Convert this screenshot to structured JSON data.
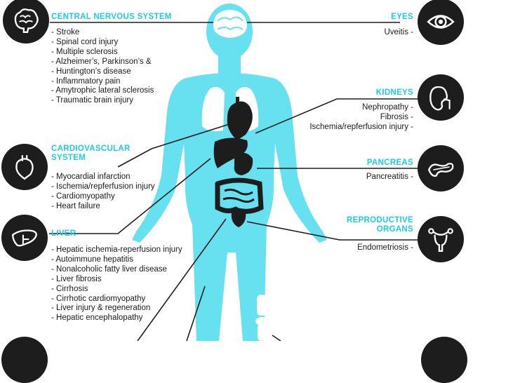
{
  "colors": {
    "accent": "#1ecbe1",
    "body": "#67e0f0",
    "organ": "#1d1d1d",
    "lung": "#ffffff"
  },
  "sections": {
    "cns": {
      "title": "CENTRAL NERVOUS SYSTEM",
      "icon": "brain-icon",
      "items": [
        "Stroke",
        "Spinal cord injury",
        "Multiple sclerosis",
        "Alzheimer’s, Parkinson’s &",
        "Huntington’s disease",
        "Inflammatory pain",
        "Amytrophic lateral sclerosis",
        "Traumatic brain injury"
      ]
    },
    "cardio": {
      "title_line1": "CARDIOVASCULAR",
      "title_line2": "SYSTEM",
      "icon": "heart-icon",
      "items": [
        "Myocardial infarction",
        "Ischemia/repferfusion injury",
        "Cardiomyopathy",
        "Heart failure"
      ]
    },
    "liver": {
      "title": "LIVER",
      "icon": "liver-icon",
      "items": [
        "Hepatic ischemia-reperfusion injury",
        "Autoimmune hepatitis",
        "Nonalcoholic fatty liver disease",
        "Liver fibrosis",
        "Cirrhosis",
        "Cirrhotic cardiomyopathy",
        "Liver injury & regeneration",
        "Hepatic encephalopathy"
      ]
    },
    "eyes": {
      "title": "EYES",
      "icon": "eye-icon",
      "items": [
        "Uveitis -"
      ]
    },
    "kidneys": {
      "title": "KIDNEYS",
      "icon": "kidney-icon",
      "items": [
        "Nephropathy -",
        "Fibrosis -",
        "Ischemia/repferfusion injury -"
      ]
    },
    "pancreas": {
      "title": "PANCREAS",
      "icon": "pancreas-icon",
      "items": [
        "Pancreatitis -"
      ]
    },
    "reproductive": {
      "title_line1": "REPRODUCTIVE",
      "title_line2": "ORGANS",
      "icon": "uterus-icon",
      "items": [
        "Endometriosis -"
      ]
    }
  }
}
